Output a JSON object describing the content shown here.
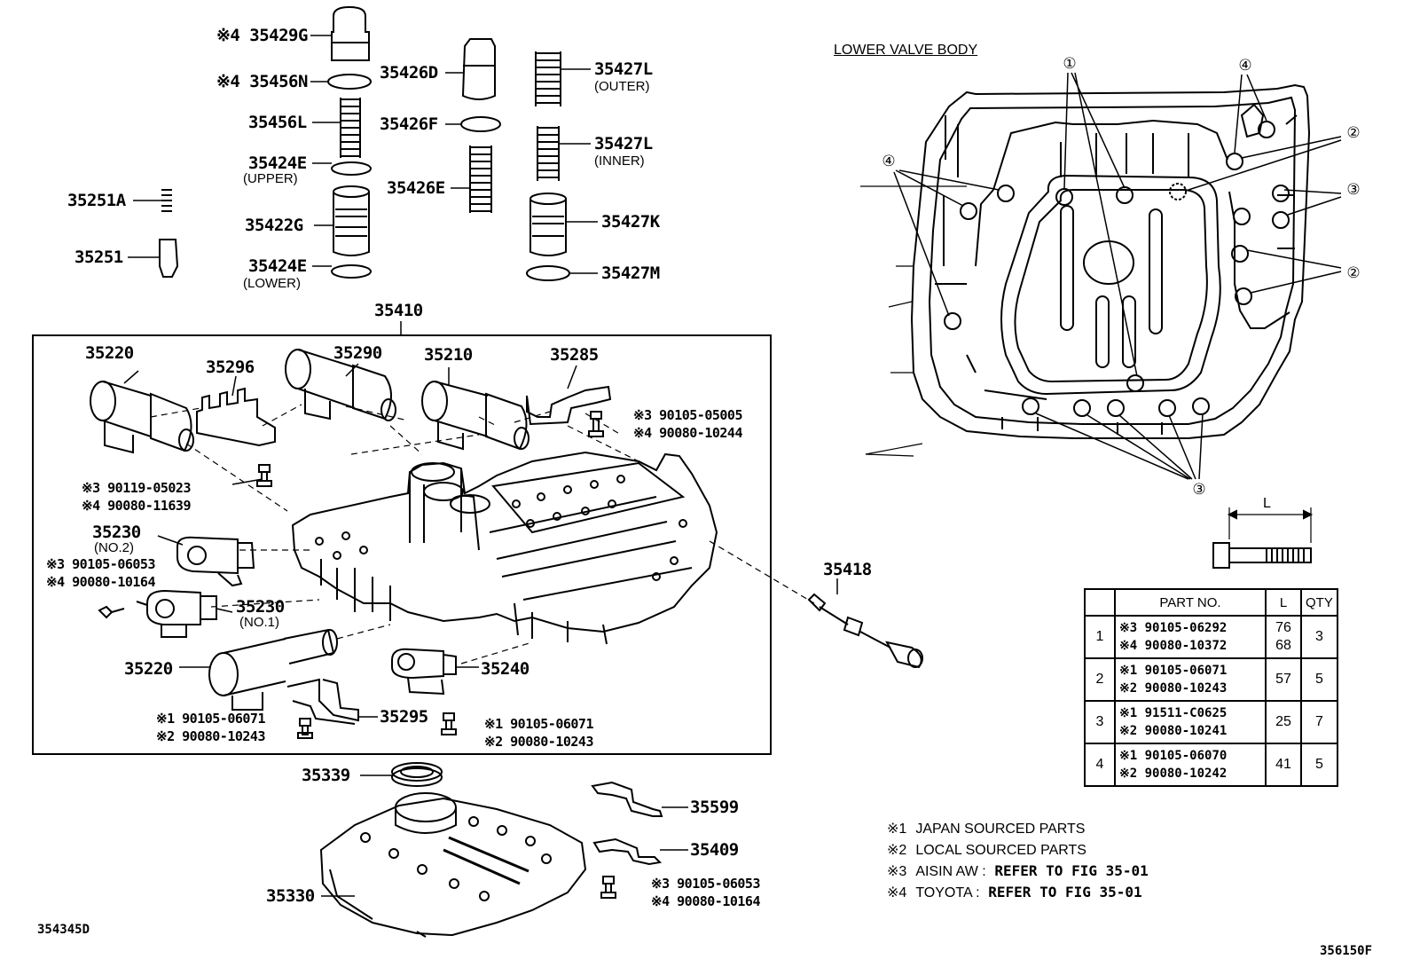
{
  "diagram_id": "354345D",
  "figure_code": "356150F",
  "lower_valve_body": {
    "title": "LOWER VALVE BODY",
    "callouts": [
      "①",
      "②",
      "③",
      "④"
    ],
    "dimension_label": "L"
  },
  "parts": {
    "p35429G": "※4 35429G",
    "p35456N": "※4 35456N",
    "p35456L": "35456L",
    "p35424E_upper": "35424E",
    "upper": "(UPPER)",
    "p35251A": "35251A",
    "p35422G": "35422G",
    "p35251": "35251",
    "p35424E_lower": "35424E",
    "lower": "(LOWER)",
    "p35426D": "35426D",
    "p35426F": "35426F",
    "p35426E": "35426E",
    "p35427L_outer": "35427L",
    "outer": "(OUTER)",
    "p35427L_inner": "35427L",
    "inner": "(INNER)",
    "p35427K": "35427K",
    "p35427M": "35427M",
    "p35410": "35410",
    "p35220_top": "35220",
    "p35296": "35296",
    "p35290": "35290",
    "p35210": "35210",
    "p35285": "35285",
    "b1_a": "※3 90105-05005",
    "b1_b": "※4 90080-10244",
    "b2_a": "※3 90119-05023",
    "b2_b": "※4 90080-11639",
    "p35230_no2": "35230",
    "no2": "(NO.2)",
    "b3_a": "※3 90105-06053",
    "b3_b": "※4 90080-10164",
    "p35230_no1": "35230",
    "no1": "(NO.1)",
    "p35220_bot": "35220",
    "p35240": "35240",
    "p35295": "35295",
    "b4_a": "※1 90105-06071",
    "b4_b": "※2 90080-10243",
    "b5_a": "※1 90105-06071",
    "b5_b": "※2 90080-10243",
    "p35418": "35418",
    "p35339": "35339",
    "p35599": "35599",
    "p35409": "35409",
    "b6_a": "※3 90105-06053",
    "b6_b": "※4 90080-10164",
    "p35330": "35330"
  },
  "bolt_table": {
    "headers": [
      "",
      "PART NO.",
      "L",
      "QTY"
    ],
    "rows": [
      {
        "idx": "1",
        "pn1": "※3 90105-06292",
        "pn2": "※4 90080-10372",
        "l1": "76",
        "l2": "68",
        "qty": "3"
      },
      {
        "idx": "2",
        "pn1": "※1 90105-06071",
        "pn2": "※2 90080-10243",
        "l1": "57",
        "l2": "",
        "qty": "5"
      },
      {
        "idx": "3",
        "pn1": "※1 91511-C0625",
        "pn2": "※2 90080-10241",
        "l1": "25",
        "l2": "",
        "qty": "7"
      },
      {
        "idx": "4",
        "pn1": "※1 90105-06070",
        "pn2": "※2 90080-10242",
        "l1": "41",
        "l2": "",
        "qty": "5"
      }
    ]
  },
  "notes": [
    {
      "mark": "※1",
      "text": "JAPAN SOURCED PARTS",
      "ref": ""
    },
    {
      "mark": "※2",
      "text": "LOCAL SOURCED PARTS",
      "ref": ""
    },
    {
      "mark": "※3",
      "text": "AISIN AW :",
      "ref": "REFER TO FIG 35-01"
    },
    {
      "mark": "※4",
      "text": "TOYOTA :",
      "ref": "REFER TO FIG 35-01"
    }
  ]
}
